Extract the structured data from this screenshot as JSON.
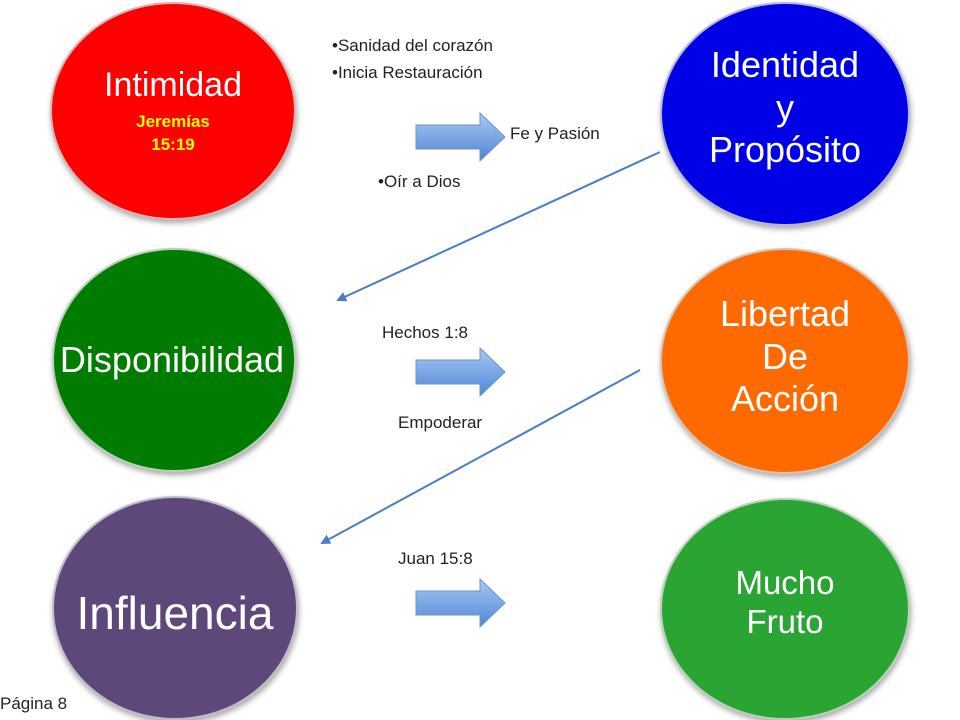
{
  "circles": {
    "intimidad": {
      "label": "Intimidad",
      "reference_line1": "Jeremías",
      "reference_line2": "15:19",
      "color": "#ff0000"
    },
    "identidad": {
      "line1": "Identidad",
      "line2": "y",
      "line3": "Propósito",
      "color": "#0000e6"
    },
    "disponibilidad": {
      "label": "Disponibilidad",
      "color": "#007d00"
    },
    "libertad": {
      "line1": "Libertad",
      "line2": "De",
      "line3": "Acción",
      "color": "#ff6a00"
    },
    "influencia": {
      "label": "Influencia",
      "color": "#5e4779"
    },
    "mucho_fruto": {
      "line1": "Mucho",
      "line2": "Fruto",
      "color": "#2aa534"
    }
  },
  "annotations": {
    "top_bullets": [
      "Sanidad del corazón",
      "Inicia Restauración"
    ],
    "fe_pasion": "Fe y Pasión",
    "oir_bullet": "Oír a Dios",
    "hechos": "Hechos 1:8",
    "empoderar": "Empoderar",
    "juan": "Juan 15:8"
  },
  "page_number": "Página 8"
}
